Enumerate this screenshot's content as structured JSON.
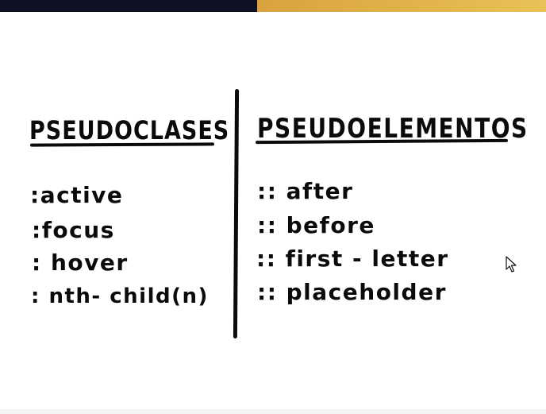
{
  "left_column": {
    "title": "PSEUDOCLASES",
    "items": [
      ":active",
      ":focus",
      ": hover",
      ": nth- child(n)"
    ]
  },
  "right_column": {
    "title": "PSEUDOELEMENTOS",
    "items": [
      ":: after",
      ":: before",
      ":: first - letter",
      ":: placeholder"
    ]
  },
  "colors": {
    "topbar_dark": "#0f1125",
    "topbar_gold": "#e2b54c",
    "ink": "#0b0b0b"
  },
  "icons": {
    "cursor": "mouse-pointer-icon"
  }
}
